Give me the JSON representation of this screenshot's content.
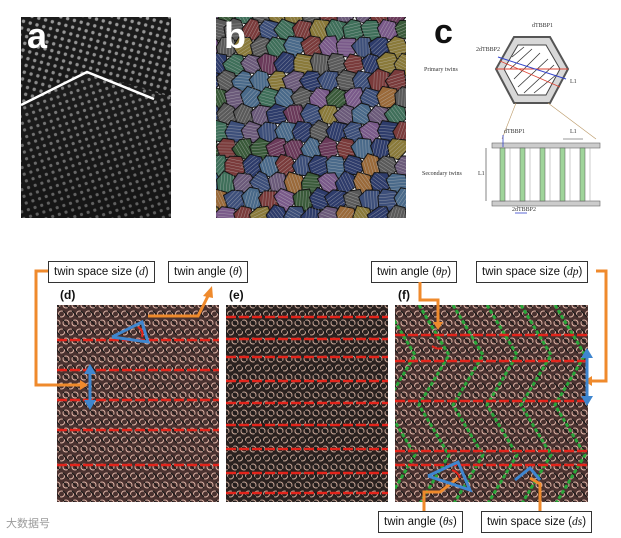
{
  "panels": {
    "a": {
      "letter": "a"
    },
    "b": {
      "letter": "b"
    },
    "c": {
      "letter": "c",
      "primary_label": "Primary twins",
      "secondary_label": "Secondary twins",
      "annotations": [
        "dTBBP1",
        "2dTBBP2",
        "L1",
        "dTBBP1",
        "L1",
        "L1",
        "2dTBBP2"
      ]
    },
    "d": {
      "letter": "(d)"
    },
    "e": {
      "letter": "(e)"
    },
    "f": {
      "letter": "(f)"
    }
  },
  "labels": {
    "d_space": {
      "text": "twin space size (",
      "var": "d",
      "close": ")"
    },
    "d_angle": {
      "text": "twin angle (",
      "var": "θ",
      "close": ")"
    },
    "f_angle_p": {
      "text": "twin angle (",
      "var": "θp",
      "close": ")"
    },
    "f_space_p": {
      "text": "twin space size (",
      "var": "dp",
      "close": ")"
    },
    "f_angle_s": {
      "text": "twin angle (",
      "var": "θs",
      "close": ")"
    },
    "f_space_s": {
      "text": "twin space size (",
      "var": "ds",
      "close": ")"
    }
  },
  "colors": {
    "twin_line": "#e3241b",
    "secondary_line": "#2aa63a",
    "arrow_blue": "#3f86cf",
    "arrow_orange": "#ef8a2c"
  },
  "watermark": "大数据号"
}
